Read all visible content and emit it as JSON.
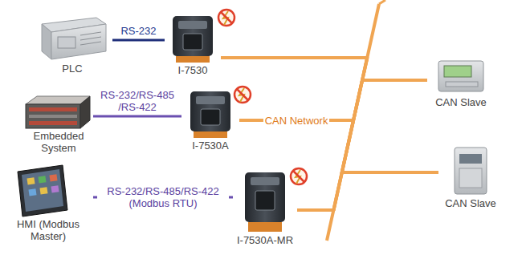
{
  "diagram": {
    "nodes": [
      {
        "text": [
          "PLC"
        ]
      },
      {
        "text": [
          "I-7530"
        ]
      },
      {
        "text": [
          "Embedded System"
        ]
      },
      {
        "text": [
          "I-7530A"
        ]
      },
      {
        "text": [
          "HMI (Modbus Master)"
        ]
      },
      {
        "text": [
          "I-7530A-MR"
        ]
      },
      {
        "text": [
          "CAN Slave"
        ]
      },
      {
        "text": [
          "CAN Slave"
        ]
      }
    ],
    "edges": [
      {
        "from": 0,
        "to": 1,
        "arrow": "none",
        "label": "RS-232"
      },
      {
        "from": 2,
        "to": 3,
        "arrow": "none",
        "label": "RS-232/RS-485 /RS-422"
      },
      {
        "from": 4,
        "to": 5,
        "arrow": "none",
        "label": "RS-232/RS-485/RS-422 (Modbus RTU)"
      },
      {
        "from": 1,
        "to": 6,
        "arrow": "none"
      },
      {
        "from": 1,
        "to": 7,
        "arrow": "none"
      },
      {
        "from": 3,
        "to": 6,
        "arrow": "none",
        "label": "CAN Network"
      },
      {
        "from": 3,
        "to": 7,
        "arrow": "none"
      },
      {
        "from": 5,
        "to": 6,
        "arrow": "none"
      },
      {
        "from": 5,
        "to": 7,
        "arrow": "none"
      }
    ]
  }
}
